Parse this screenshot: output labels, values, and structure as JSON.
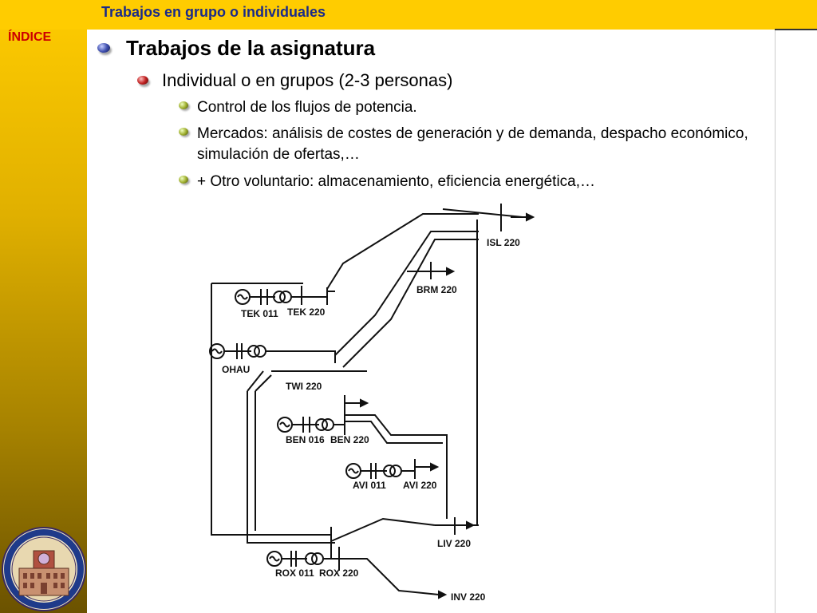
{
  "header": {
    "title": "Trabajos en grupo o individuales"
  },
  "sidebar": {
    "index_label": "ÍNDICE"
  },
  "slide": {
    "heading": "Trabajos de la asignatura",
    "sub": "Individual o en grupos (2-3 personas)",
    "items": [
      "Control de los flujos de potencia.",
      "Mercados: análisis de costes de generación y de demanda, despacho económico, simulación de ofertas,…",
      "+ Otro voluntario: almacenamiento, eficiencia energética,…"
    ]
  },
  "diagram": {
    "labels": {
      "isl": "ISL 220",
      "brm": "BRM 220",
      "tek011": "TEK 011",
      "tek220": "TEK 220",
      "ohau": "OHAU",
      "twi": "TWI 220",
      "ben016": "BEN 016",
      "ben220": "BEN 220",
      "avi011": "AVI 011",
      "avi220": "AVI 220",
      "liv": "LIV 220",
      "rox011": "ROX 011",
      "rox220": "ROX 220",
      "inv": "INV 220"
    }
  },
  "colors": {
    "header_bg": "#ffcc00",
    "header_text": "#1a2a8a",
    "index_text": "#cc0000"
  }
}
